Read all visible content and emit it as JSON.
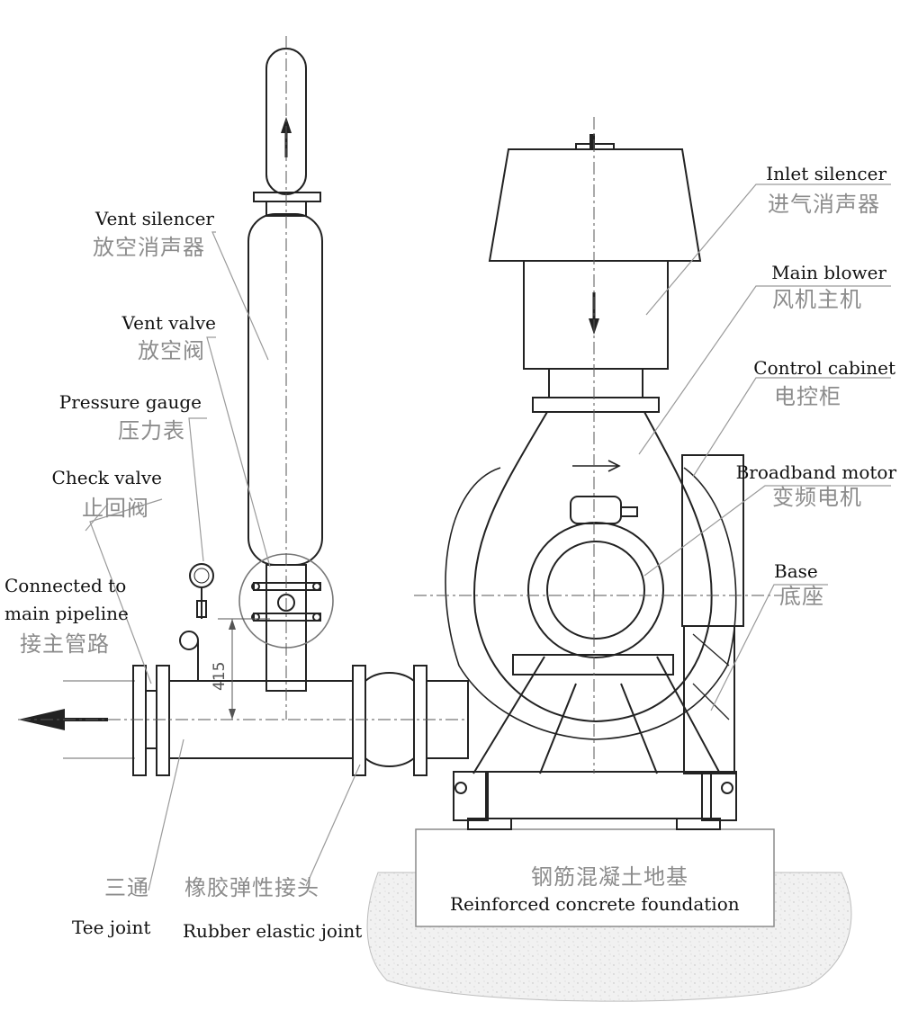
{
  "labels": {
    "inlet_silencer": {
      "en": "Inlet silencer",
      "zh": "进气消声器"
    },
    "main_blower": {
      "en": "Main blower",
      "zh": "风机主机"
    },
    "control_cabinet": {
      "en": "Control cabinet",
      "zh": "电控柜"
    },
    "broadband_motor": {
      "en": "Broadband motor",
      "zh": "变频电机"
    },
    "base": {
      "en": "Base",
      "zh": "底座"
    },
    "vent_silencer": {
      "en": "Vent silencer",
      "zh": "放空消声器"
    },
    "vent_valve": {
      "en": "Vent valve",
      "zh": "放空阀"
    },
    "pressure_gauge": {
      "en": "Pressure gauge",
      "zh": "压力表"
    },
    "check_valve": {
      "en": "Check valve",
      "zh": "止回阀"
    },
    "main_pipeline": {
      "en_line1": "Connected to",
      "en_line2": "main pipeline",
      "zh": "接主管路"
    },
    "tee_joint": {
      "en": "Tee joint",
      "zh": "三通"
    },
    "rubber_joint": {
      "en": "Rubber elastic joint",
      "zh": "橡胶弹性接头"
    },
    "foundation": {
      "en": "Reinforced concrete foundation",
      "zh": "钢筋混凝土地基"
    }
  },
  "dimension": "415",
  "colors": {
    "line": "#222222",
    "leader": "#9a9a9a",
    "foundation": "#d6d6d6",
    "ground": "#eeeeee"
  }
}
